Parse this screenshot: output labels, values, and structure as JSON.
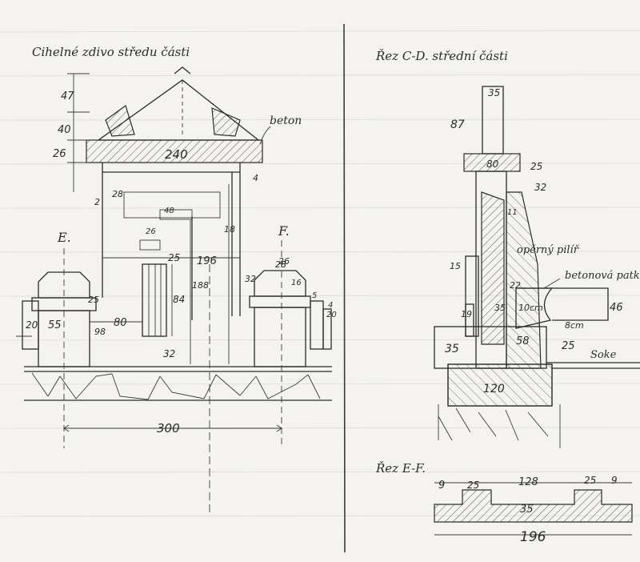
{
  "left_title": "Cihelné zdivo středu části",
  "right_title": "Řez C-D. střední části",
  "bottom_right_title": "Řez E-F.",
  "left_drawing": {
    "marker_left": "E.",
    "marker_right": "F.",
    "label_beton": "beton",
    "dimensions": [
      "47",
      "40",
      "26",
      "240",
      "4",
      "28",
      "2",
      "48",
      "26",
      "25",
      "196",
      "18",
      "28",
      "32",
      "26",
      "16",
      "5",
      "25",
      "20",
      "55",
      "80",
      "98",
      "84",
      "188",
      "4",
      "20",
      "32",
      "300"
    ]
  },
  "right_drawing": {
    "label_pilir": "opěrný pilíř",
    "label_patka": "betonová patka",
    "label_soke": "Soke",
    "dimensions": [
      "35",
      "87",
      "80",
      "25",
      "32",
      "11",
      "15",
      "22",
      "10cm",
      "46",
      "35",
      "19",
      "8cm",
      "58",
      "25",
      "35",
      "120"
    ]
  },
  "section_ef": {
    "dimensions": [
      "9",
      "25",
      "128",
      "25",
      "9",
      "35",
      "196"
    ]
  }
}
